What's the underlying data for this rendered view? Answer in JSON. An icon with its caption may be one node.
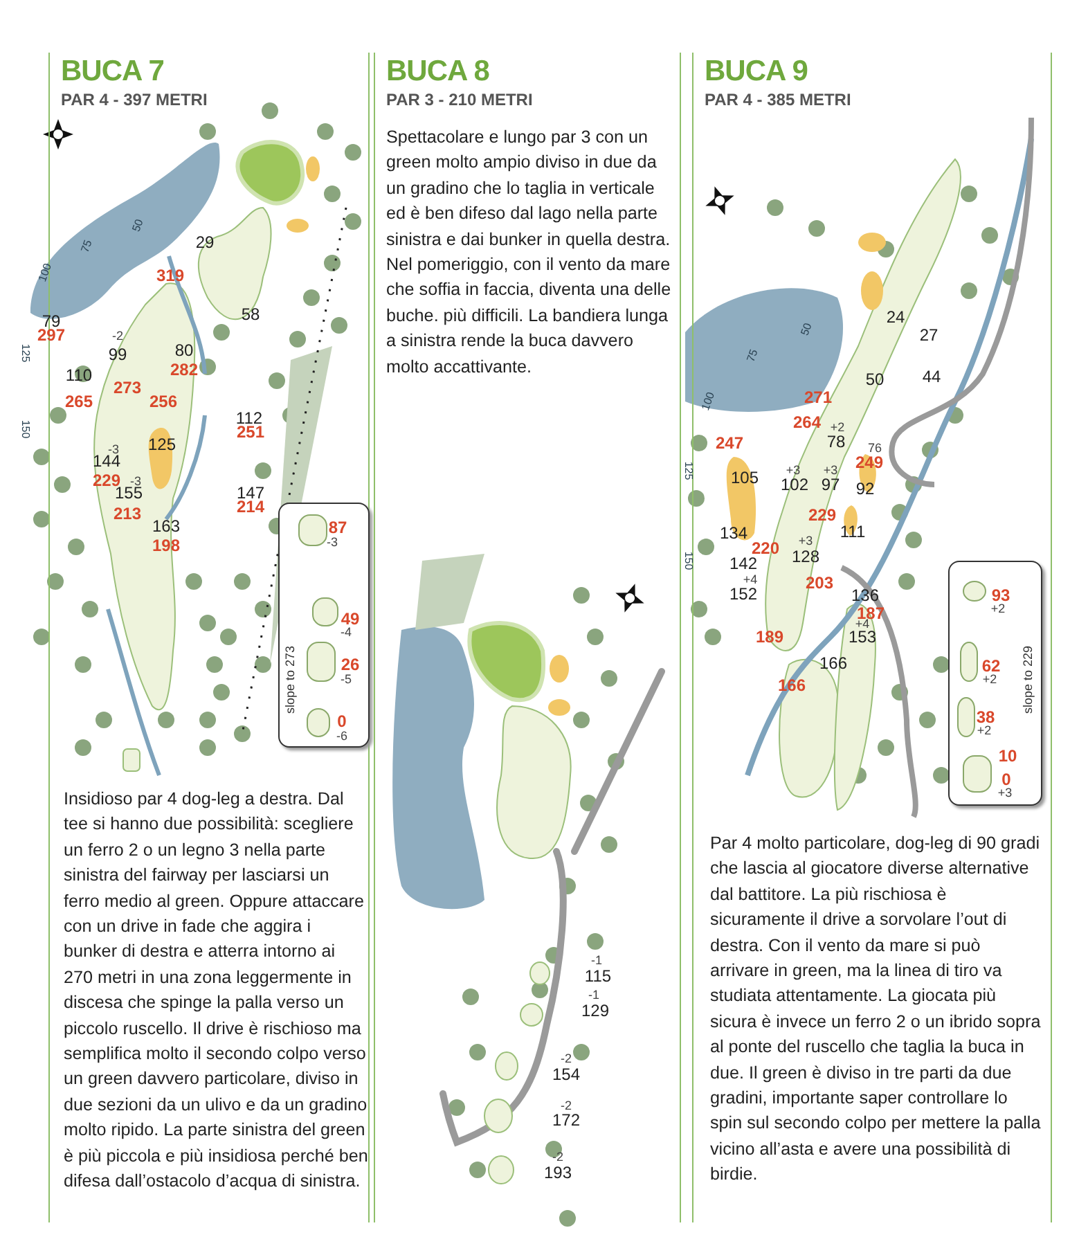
{
  "diagram": {
    "nodes": [
      {
        "text": [
          "BUCA 7",
          "PAR 4 - 397 METRI",
          "Insidioso par 4 dog-leg a destra. Dal tee si hanno due possibilità: scegliere un ferro 2 o un legno 3 nella parte sinistra del fairway per lasciarsi un ferro medio al green. Oppure attaccare con un drive in fade che aggira i bunker di destra e atterra intorno ai 270 metri in una zona leggermente in discesa che spinge la palla verso un piccolo ruscello. Il drive è rischioso ma semplifica molto il secondo colpo verso un green davvero particolare, diviso in due sezioni da un ulivo e da un gradino molto ripido. La parte sinistra del green è più piccola e più insidiosa perché ben difesa dall’ostacolo d’acqua di sinistra."
        ]
      },
      {
        "text": [
          "BUCA 8",
          "PAR 3 - 210 METRI",
          "Spettacolare e lungo par 3 con un green molto ampio diviso in due da un gradino che lo taglia in verticale ed è ben difeso dal lago nella parte sinistra e dai bunker in quella destra. Nel pomeriggio, con il vento da mare che soffia in faccia, diventa una delle buche. più difficili. La bandiera lunga a sinistra rende la buca davvero molto accattivante."
        ]
      },
      {
        "text": [
          "BUCA 9",
          "PAR 4 - 385 METRI",
          "Par 4 molto particolare, dog-leg di 90 gradi che lascia al giocatore diverse alternative dal battitore. La più rischiosa è sicuramente il drive a sorvolare l’out di destra. Con il vento da mare si può arrivare in green, ma la linea di tiro va studiata attentamente. La giocata più sicura è invece un ferro 2 o un ibrido sopra al ponte del ruscello che taglia la buca in due. Il green è diviso in tre parti da due gradini, importante saper controllare lo spin sul secondo colpo per mettere la palla vicino all’asta e avere una possibilità di birdie."
        ]
      },
      {
        "text": [
          "87",
          "-3",
          "49",
          "-4",
          "26",
          "-5",
          "0",
          "-6",
          "slope to 273"
        ],
        "in": 0
      },
      {
        "text": [
          "93",
          "+2",
          "62",
          "+2",
          "38",
          "+2",
          "10",
          "0",
          "+3",
          "slope to 229"
        ],
        "in": 2
      }
    ],
    "labels": [
      "50",
      "75",
      "100",
      "29",
      "319",
      "58",
      "79",
      "297",
      "-2",
      "99",
      "80",
      "282",
      "110",
      "273",
      "256",
      "265",
      "125",
      "150",
      "112",
      "251",
      "125",
      "-3",
      "144",
      "229",
      "-3",
      "155",
      "213",
      "147",
      "214",
      "163",
      "198",
      "-1",
      "115",
      "-1",
      "129",
      "-2",
      "154",
      "-2",
      "172",
      "-2",
      "193",
      "24",
      "27",
      "50",
      "44",
      "50",
      "75",
      "100",
      "125",
      "150",
      "271",
      "264",
      "+2",
      "78",
      "247",
      "76",
      "249",
      "105",
      "+3",
      "102",
      "+3",
      "97",
      "92",
      "229",
      "111",
      "134",
      "220",
      "+3",
      "128",
      "142",
      "+4",
      "152",
      "203",
      "136",
      "187",
      "+4",
      "153",
      "189",
      "166",
      "166"
    ]
  }
}
